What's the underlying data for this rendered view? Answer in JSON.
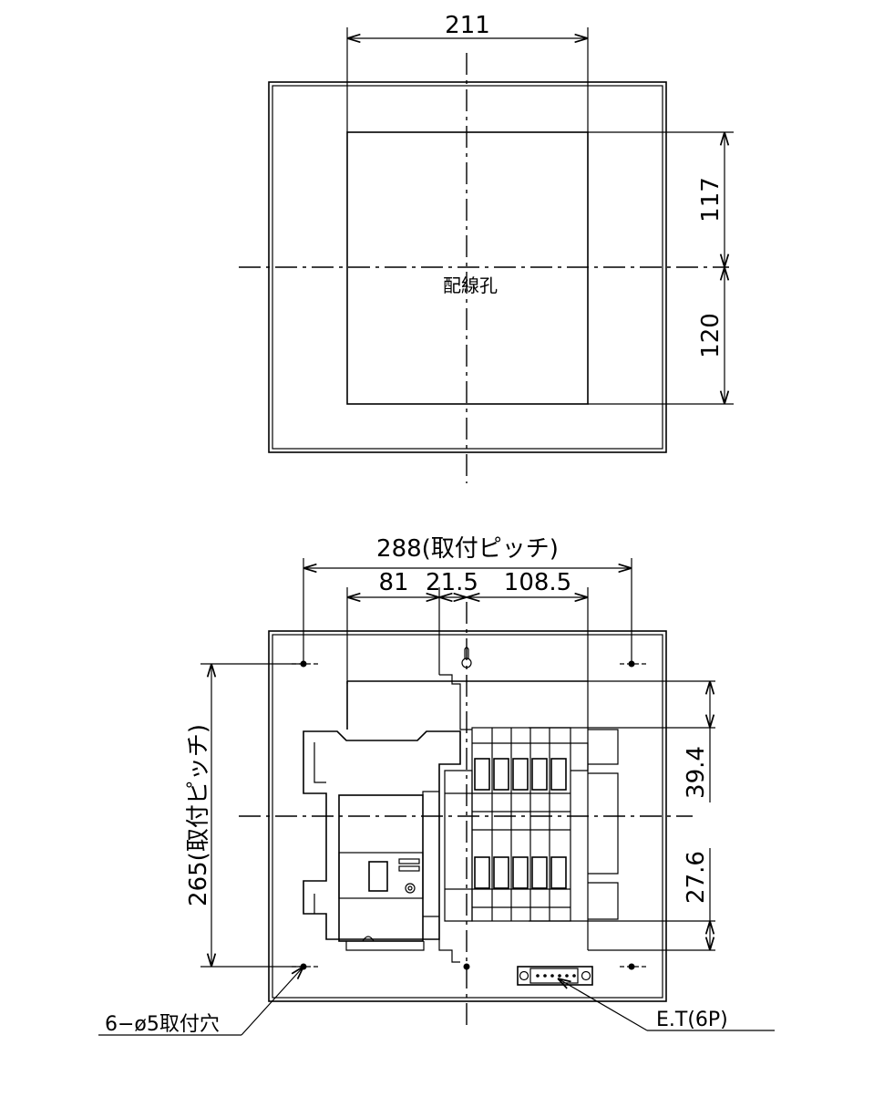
{
  "top_view": {
    "dim_width": "211",
    "dim_upper": "117",
    "dim_lower": "120",
    "hole_label": "配線孔"
  },
  "front_view": {
    "pitch_h": "288(取付ピッチ)",
    "seg_a": "81",
    "seg_b": "21.5",
    "seg_c": "108.5",
    "pitch_v": "265(取付ピッチ)",
    "dim_right_1": "39.4",
    "dim_right_2": "27.6",
    "mount_holes": "6−ø5取付穴",
    "terminal": "E.T(6P)"
  }
}
